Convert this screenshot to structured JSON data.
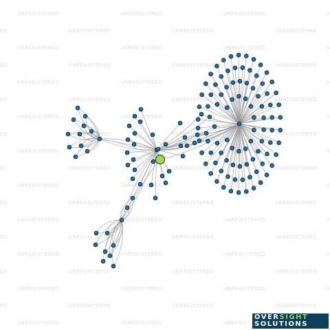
{
  "watermark": {
    "text": "UNREGISTERED"
  },
  "logo": {
    "part1": "OVER",
    "part2": "SIGHT",
    "line2": "SOLUTIONS"
  },
  "colors": {
    "node_fill": "#1d6fa5",
    "node_stroke": "#0b2233",
    "focus_fill": "#a2d84a",
    "edge": "#9a9a9a",
    "watermark": "#dcdcdc",
    "logo_bg": "#0c3e5e",
    "logo_accent": "#9ad13f"
  },
  "graph": {
    "focus_node": "focus",
    "node_count": 171
  }
}
